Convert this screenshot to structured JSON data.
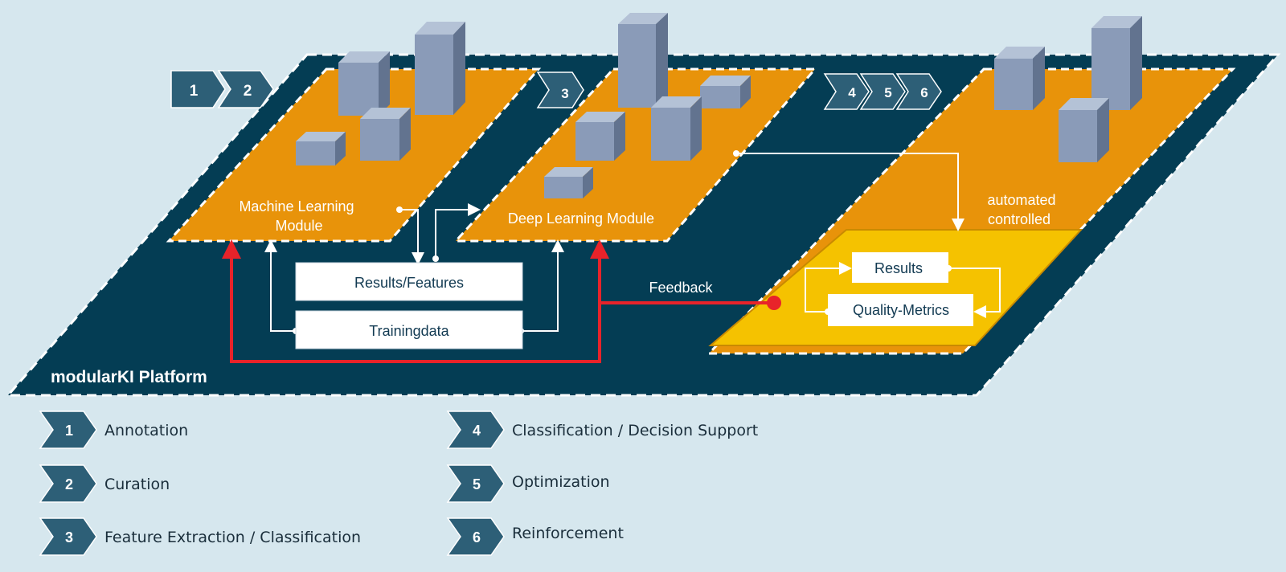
{
  "platform_label": "modularKI Platform",
  "modules": {
    "ml": {
      "line1": "Machine Learning",
      "line2": "Module"
    },
    "dl": {
      "label": "Deep Learning Module"
    },
    "auto": {
      "line1": "automated",
      "line2": "controlled"
    }
  },
  "boxes": {
    "results_features": "Results/Features",
    "trainingdata": "Trainingdata",
    "results": "Results",
    "quality_metrics": "Quality-Metrics"
  },
  "feedback_label": "Feedback",
  "step_badges": [
    "1",
    "2",
    "3",
    "4",
    "5",
    "6"
  ],
  "legend": [
    {
      "num": "1",
      "label": "Annotation"
    },
    {
      "num": "2",
      "label": "Curation"
    },
    {
      "num": "3",
      "label": "Feature Extraction / Classification"
    },
    {
      "num": "4",
      "label": "Classification / Decision Support"
    },
    {
      "num": "5",
      "label": "Optimization"
    },
    {
      "num": "6",
      "label": "Reinforcement"
    }
  ],
  "colors": {
    "platform": "#043d54",
    "module": "#e8930a",
    "quality_panel": "#f5c200",
    "chevron": "#2d5f77",
    "feedback": "#e8232a",
    "cube": "#8a9bb8"
  }
}
